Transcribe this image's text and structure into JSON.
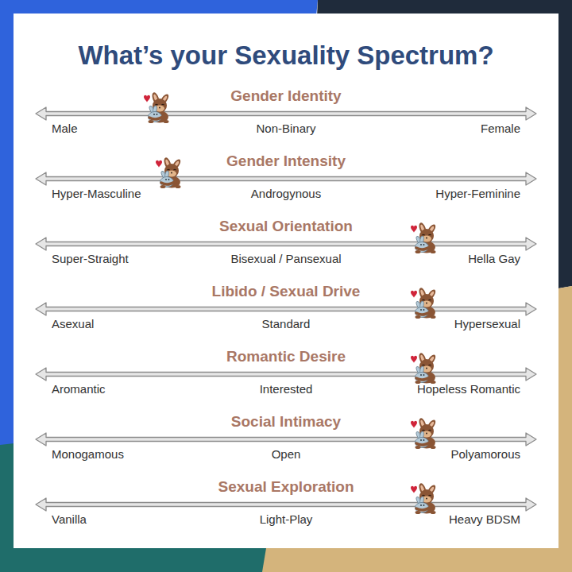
{
  "diagram": {
    "title": "What’s your Sexuality Spectrum?",
    "labels": [
      "Gender Identity",
      "Male",
      "Non-Binary",
      "Female",
      "Gender Intensity",
      "Hyper-Masculine",
      "Androgynous",
      "Hyper-Feminine",
      "Sexual Orientation",
      "Super-Straight",
      "Bisexual / Pansexual",
      "Hella Gay",
      "Libido / Sexual Drive",
      "Asexual",
      "Standard",
      "Hypersexual",
      "Romantic Desire",
      "Aromantic",
      "Interested",
      "Hopeless Romantic",
      "Social Intimacy",
      "Monogamous",
      "Open",
      "Polyamorous",
      "Sexual Exploration",
      "Vanilla",
      "Light-Play",
      "Heavy BDSM"
    ]
  }
}
